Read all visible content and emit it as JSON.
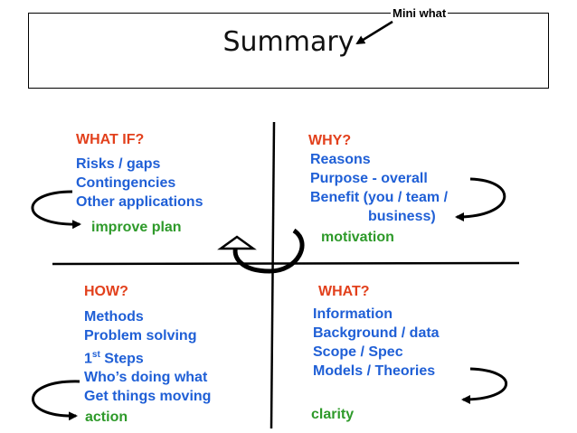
{
  "title": "Summary",
  "mini_note": "Mini what",
  "quadrants": {
    "what_if": {
      "heading": "WHAT IF?",
      "items": [
        "Risks / gaps",
        "Contingencies",
        "Other applications"
      ],
      "outcome": "improve plan"
    },
    "why": {
      "heading": "WHY?",
      "items": [
        "Reasons",
        "Purpose - overall",
        "Benefit (you / team /",
        "business)"
      ],
      "outcome": "motivation"
    },
    "how": {
      "heading": "HOW?",
      "items": [
        "Methods",
        "Problem solving",
        "1",
        "st",
        " Steps",
        "Who’s doing what",
        "Get things moving"
      ],
      "outcome": "action"
    },
    "what": {
      "heading": "WHAT?",
      "items": [
        "Information",
        "Background / data",
        "Scope / Spec",
        "Models / Theories"
      ],
      "outcome": "clarity"
    }
  },
  "colors": {
    "heading": "#e2401c",
    "item": "#1f5fd6",
    "outcome": "#2e9a2a"
  }
}
